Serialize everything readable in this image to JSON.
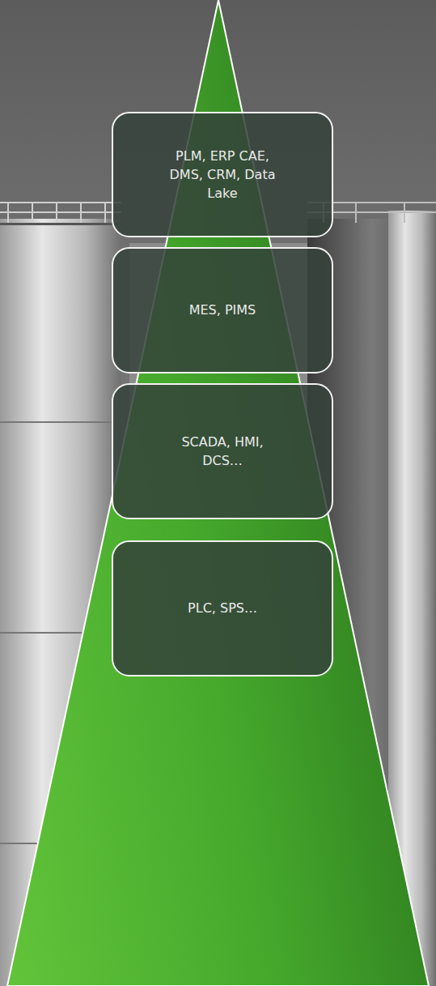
{
  "diagram": {
    "nodes": [
      {
        "text": [
          "PLM, ERP CAE, DMS, CRM, Data Lake"
        ]
      },
      {
        "text": [
          "MES, PIMS"
        ]
      },
      {
        "text": [
          "SCADA, HMI, DCS…"
        ]
      },
      {
        "text": [
          "PLC, SPS…"
        ]
      }
    ]
  }
}
